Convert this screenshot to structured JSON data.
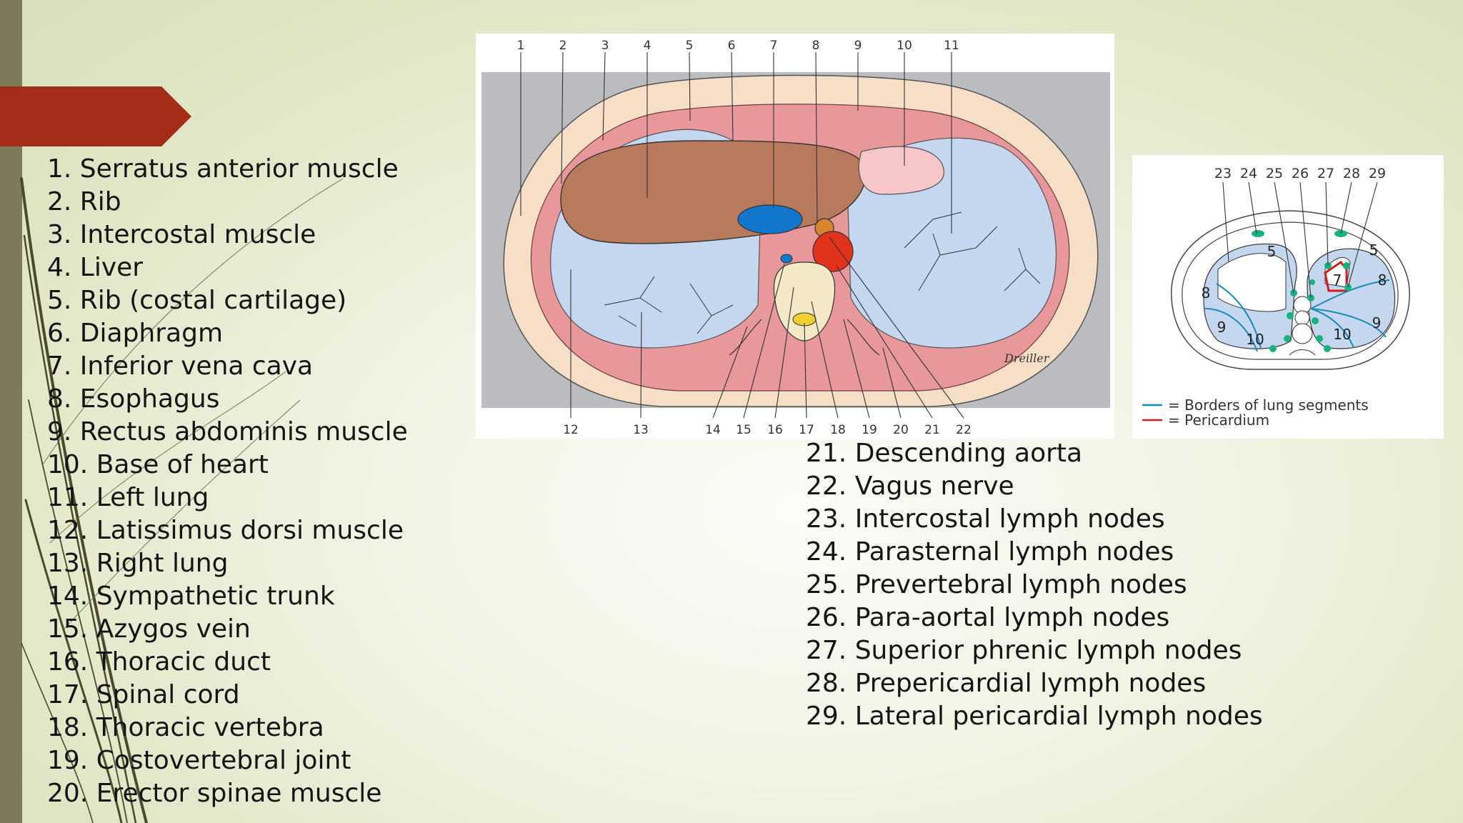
{
  "colors": {
    "accent_flag": "#a32d19",
    "side_bar": "#7d7a57",
    "lung": "#c5d7ef",
    "liver": "#b77a5c",
    "muscle": "#e8979a",
    "ivc": "#1177cc",
    "aorta": "#e2321b",
    "lymph_node": "#17b27e",
    "pericardium": "#d31c1c"
  },
  "legend_left": [
    "1. Serratus anterior muscle",
    "2. Rib",
    "3. Intercostal muscle",
    "4. Liver",
    "5. Rib (costal cartilage)",
    "6. Diaphragm",
    "7. Inferior vena cava",
    "8. Esophagus",
    "9. Rectus abdominis muscle",
    "10. Base of heart",
    "11. Left lung",
    "12. Latissimus dorsi muscle",
    "13. Right lung",
    "14. Sympathetic trunk",
    "15. Azygos vein",
    "16. Thoracic duct",
    "17. Spinal cord",
    "18. Thoracic vertebra",
    "19. Costovertebral joint",
    "20. Erector spinae muscle"
  ],
  "legend_right": [
    "21. Descending aorta",
    "22. Vagus nerve",
    "23. Intercostal lymph nodes",
    "24. Parasternal lymph nodes",
    "25. Prevertebral lymph nodes",
    "26. Para-aortal lymph nodes",
    "27. Superior phrenic lymph nodes",
    "28. Prepericardial lymph nodes",
    "29. Lateral pericardial lymph nodes"
  ],
  "main_figure": {
    "top_numbers": [
      "1",
      "2",
      "3",
      "4",
      "5",
      "6",
      "7",
      "8",
      "9",
      "10",
      "11"
    ],
    "bottom_numbers": [
      "12",
      "13",
      "14",
      "15",
      "16",
      "17",
      "18",
      "19",
      "20",
      "21",
      "22"
    ],
    "signature": "Dreiller"
  },
  "small_figure": {
    "top_numbers": [
      "23",
      "24",
      "25",
      "26",
      "27",
      "28",
      "29"
    ],
    "segment_labels": [
      "5",
      "5",
      "7",
      "8",
      "8",
      "9",
      "10",
      "10",
      "9"
    ],
    "key": [
      {
        "label": "= Borders of lung segments",
        "color": "#1a8bb8"
      },
      {
        "label": "= Pericardium",
        "color": "#d31c1c"
      }
    ]
  }
}
